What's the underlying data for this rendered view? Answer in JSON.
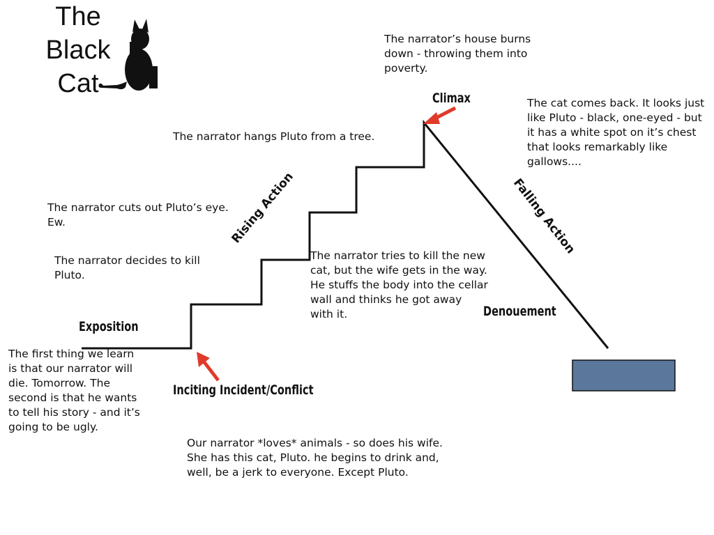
{
  "title": {
    "line1": "The",
    "line2": "Black",
    "line3": "Cat"
  },
  "labels": {
    "exposition": "Exposition",
    "inciting": "Inciting Incident/Conflict",
    "rising": "Rising Action",
    "climax": "Climax",
    "falling": "Falling Action",
    "denouement": "Denouement"
  },
  "notes": {
    "house_burns": "The narrator’s house burns down - throwing them into poverty.",
    "cat_returns": "The cat comes back.  It looks just like Pluto - black, one-eyed - but it has a white spot on it’s chest that looks remarkably like gallows....",
    "hangs_pluto": "The narrator hangs Pluto from a tree.",
    "cuts_eye": "The narrator cuts out Pluto’s eye. Ew.",
    "decides_kill": "The narrator decides to kill Pluto.",
    "tries_kill": "The narrator tries to kill the new cat, but the wife gets in the way.  He stuffs the body into the cellar wall and thinks he got away with it.",
    "first_thing": "The first thing we learn is that our narrator will die. Tomorrow. The second is that he wants to tell his story - and it’s going to be ugly.",
    "loves_animals": "Our narrator *loves* animals - so does his wife.  She has this cat, Pluto.  he begins to drink and, well, be a jerk to everyone. Except Pluto."
  },
  "colors": {
    "arrow": "#e03a2a",
    "line": "#111111",
    "box_fill": "#5b779c"
  },
  "icons": {
    "cat": "cat-silhouette-icon"
  }
}
